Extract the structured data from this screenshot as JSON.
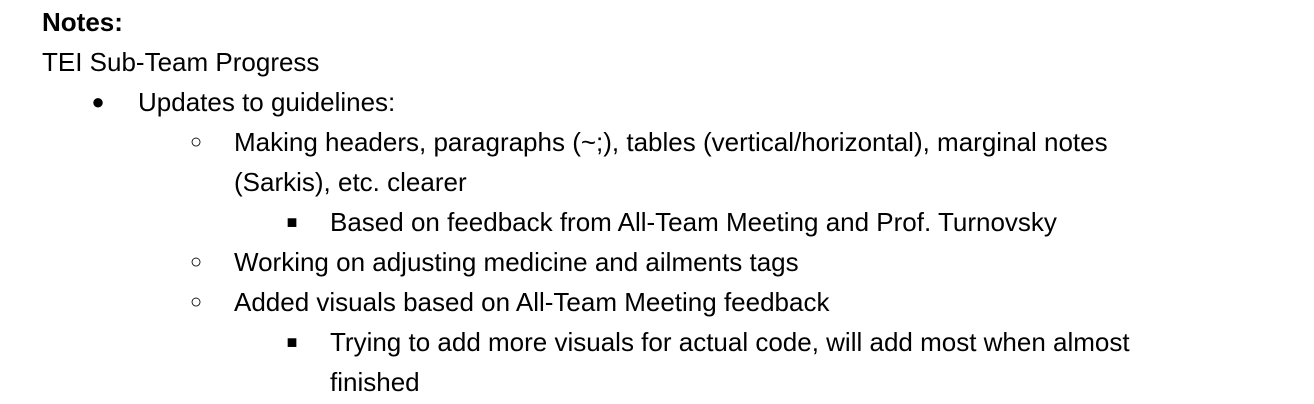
{
  "notes": {
    "heading": "Notes:",
    "title": "TEI Sub-Team Progress",
    "items": [
      {
        "bullet": "●",
        "text": "Updates to guidelines:",
        "children": [
          {
            "bullet": "○",
            "lines": [
              "Making headers, paragraphs (~;), tables (vertical/horizontal), marginal notes",
              "(Sarkis), etc. clearer"
            ],
            "children": [
              {
                "bullet": "■",
                "text": "Based on feedback from All-Team Meeting and Prof. Turnovsky"
              }
            ]
          },
          {
            "bullet": "○",
            "text": "Working on adjusting medicine and ailments tags"
          },
          {
            "bullet": "○",
            "text": "Added visuals based on All-Team Meeting feedback",
            "children": [
              {
                "bullet": "■",
                "lines": [
                  "Trying to add more visuals for actual code, will add most when almost",
                  "finished"
                ]
              }
            ]
          }
        ]
      }
    ]
  }
}
